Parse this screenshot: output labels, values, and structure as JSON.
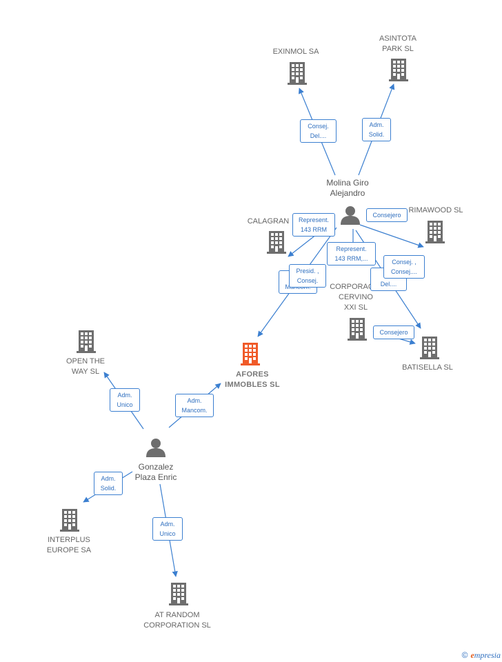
{
  "colors": {
    "edge": "#3b7fd0",
    "building": "#6e6e6e",
    "main_building": "#f05a28",
    "person": "#6e6e6e"
  },
  "nodes": {
    "exinmol": {
      "label": [
        "EXINMOL SA"
      ],
      "icon": "building-icon"
    },
    "asintota": {
      "label": [
        "ASINTOTA",
        "PARK SL"
      ],
      "icon": "building-icon"
    },
    "molina": {
      "label": [
        "Molina Giro",
        "Alejandro"
      ],
      "icon": "person-icon"
    },
    "calagran": {
      "label": [
        "CALAGRAN"
      ],
      "icon": "building-icon"
    },
    "rimawood": {
      "label": [
        "RIMAWOOD SL"
      ],
      "icon": "building-icon"
    },
    "corporacion": {
      "label": [
        "CORPORAC",
        "CERVINO",
        "XXI SL"
      ],
      "icon": "building-icon"
    },
    "batisella": {
      "label": [
        "BATISELLA SL"
      ],
      "icon": "building-icon"
    },
    "afores": {
      "label": [
        "AFORES",
        "IMMOBLES SL"
      ],
      "icon": "building-icon"
    },
    "openway": {
      "label": [
        "OPEN THE",
        "WAY  SL"
      ],
      "icon": "building-icon"
    },
    "gonzalez": {
      "label": [
        "Gonzalez",
        "Plaza Enric"
      ],
      "icon": "person-icon"
    },
    "interplus": {
      "label": [
        "INTERPLUS",
        "EUROPE SA"
      ],
      "icon": "building-icon"
    },
    "atrandom": {
      "label": [
        "AT RANDOM",
        "CORPORATION SL"
      ],
      "icon": "building-icon"
    }
  },
  "edges": {
    "e1": [
      "Consej.",
      "Del...."
    ],
    "e2": [
      "Adm.",
      "Solid."
    ],
    "e3": [
      "Represent.",
      "143 RRM"
    ],
    "e4": [
      "Consejero"
    ],
    "e5": [
      "Represent.",
      "143 RRM,..."
    ],
    "e6": [
      "Mancom."
    ],
    "e7": [
      "Presid. ,",
      "Consej."
    ],
    "e8": [
      "Co",
      "Del...."
    ],
    "e9": [
      "Consej. ,",
      "Consej...."
    ],
    "e10": [
      "Consejero"
    ],
    "e11": [
      "Adm.",
      "Unico"
    ],
    "e12": [
      "Adm.",
      "Mancom."
    ],
    "e13": [
      "Adm.",
      "Solid."
    ],
    "e14": [
      "Adm.",
      "Unico"
    ]
  },
  "footer": {
    "copyright": "©",
    "brand_initial": "e",
    "brand_rest": "mpresia"
  }
}
